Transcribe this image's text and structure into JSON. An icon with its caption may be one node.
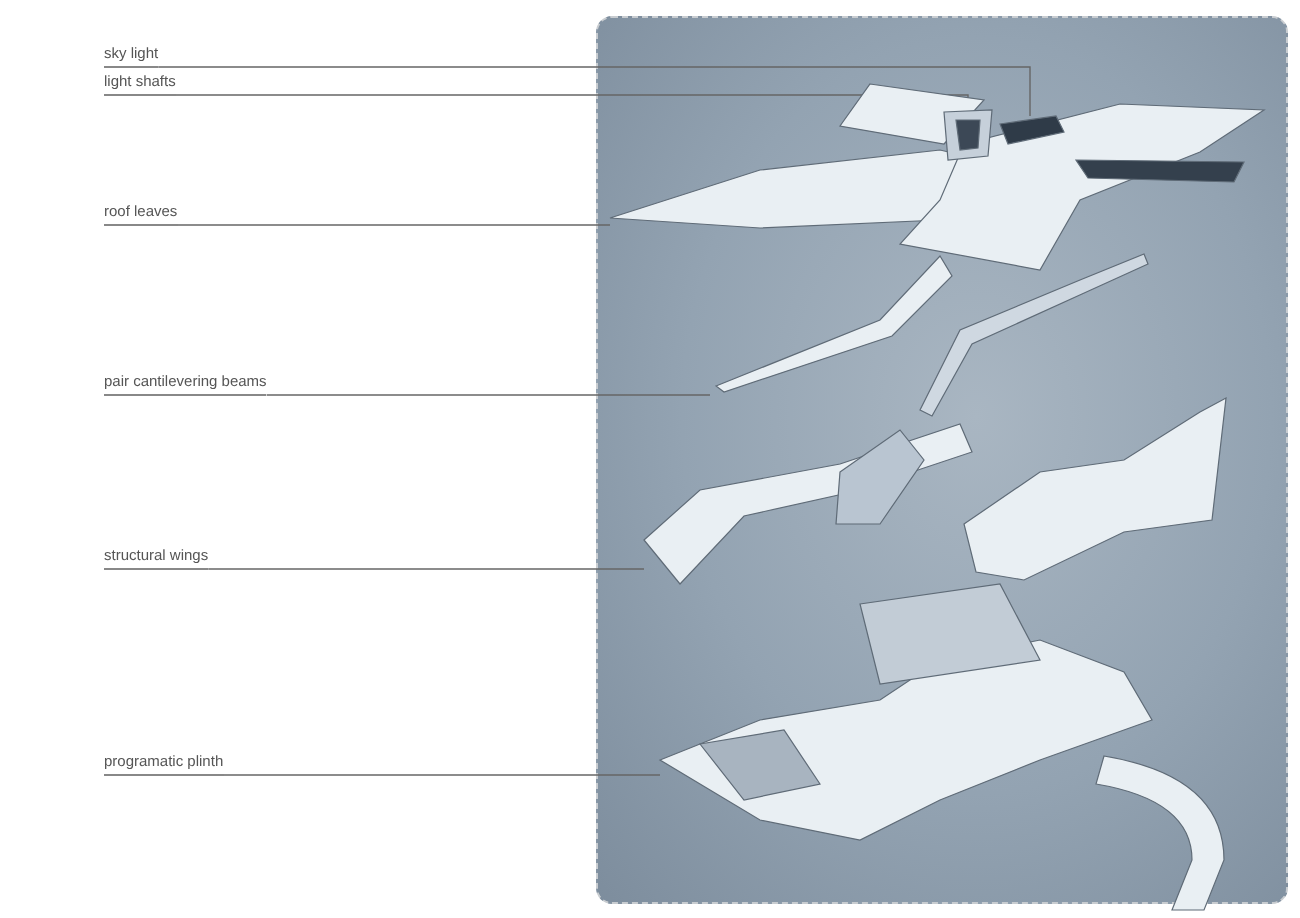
{
  "diagram": {
    "nodes": [
      {
        "text": [
          "sky light"
        ]
      },
      {
        "text": [
          "light shafts"
        ]
      },
      {
        "text": [
          "roof leaves"
        ]
      },
      {
        "text": [
          "pair cantilevering beams"
        ]
      },
      {
        "text": [
          "structural wings"
        ]
      },
      {
        "text": [
          "programatic plinth"
        ]
      },
      {
        "text": [],
        "shape": "picture",
        "in": 8
      },
      {
        "text": [],
        "shape": "picture",
        "in": 8
      },
      {
        "text": [],
        "shape": "picture"
      },
      {
        "text": [],
        "shape": "picture"
      },
      {
        "text": [],
        "shape": "picture"
      },
      {
        "text": [],
        "shape": "picture"
      }
    ],
    "edges": [
      {
        "from": 0,
        "to": 7,
        "arrow": "none"
      },
      {
        "from": 1,
        "to": 6,
        "arrow": "none"
      },
      {
        "from": 2,
        "to": 8,
        "arrow": "none"
      },
      {
        "from": 3,
        "to": 9,
        "arrow": "none"
      },
      {
        "from": 4,
        "to": 10,
        "arrow": "none"
      },
      {
        "from": 5,
        "to": 11,
        "arrow": "none"
      }
    ]
  }
}
